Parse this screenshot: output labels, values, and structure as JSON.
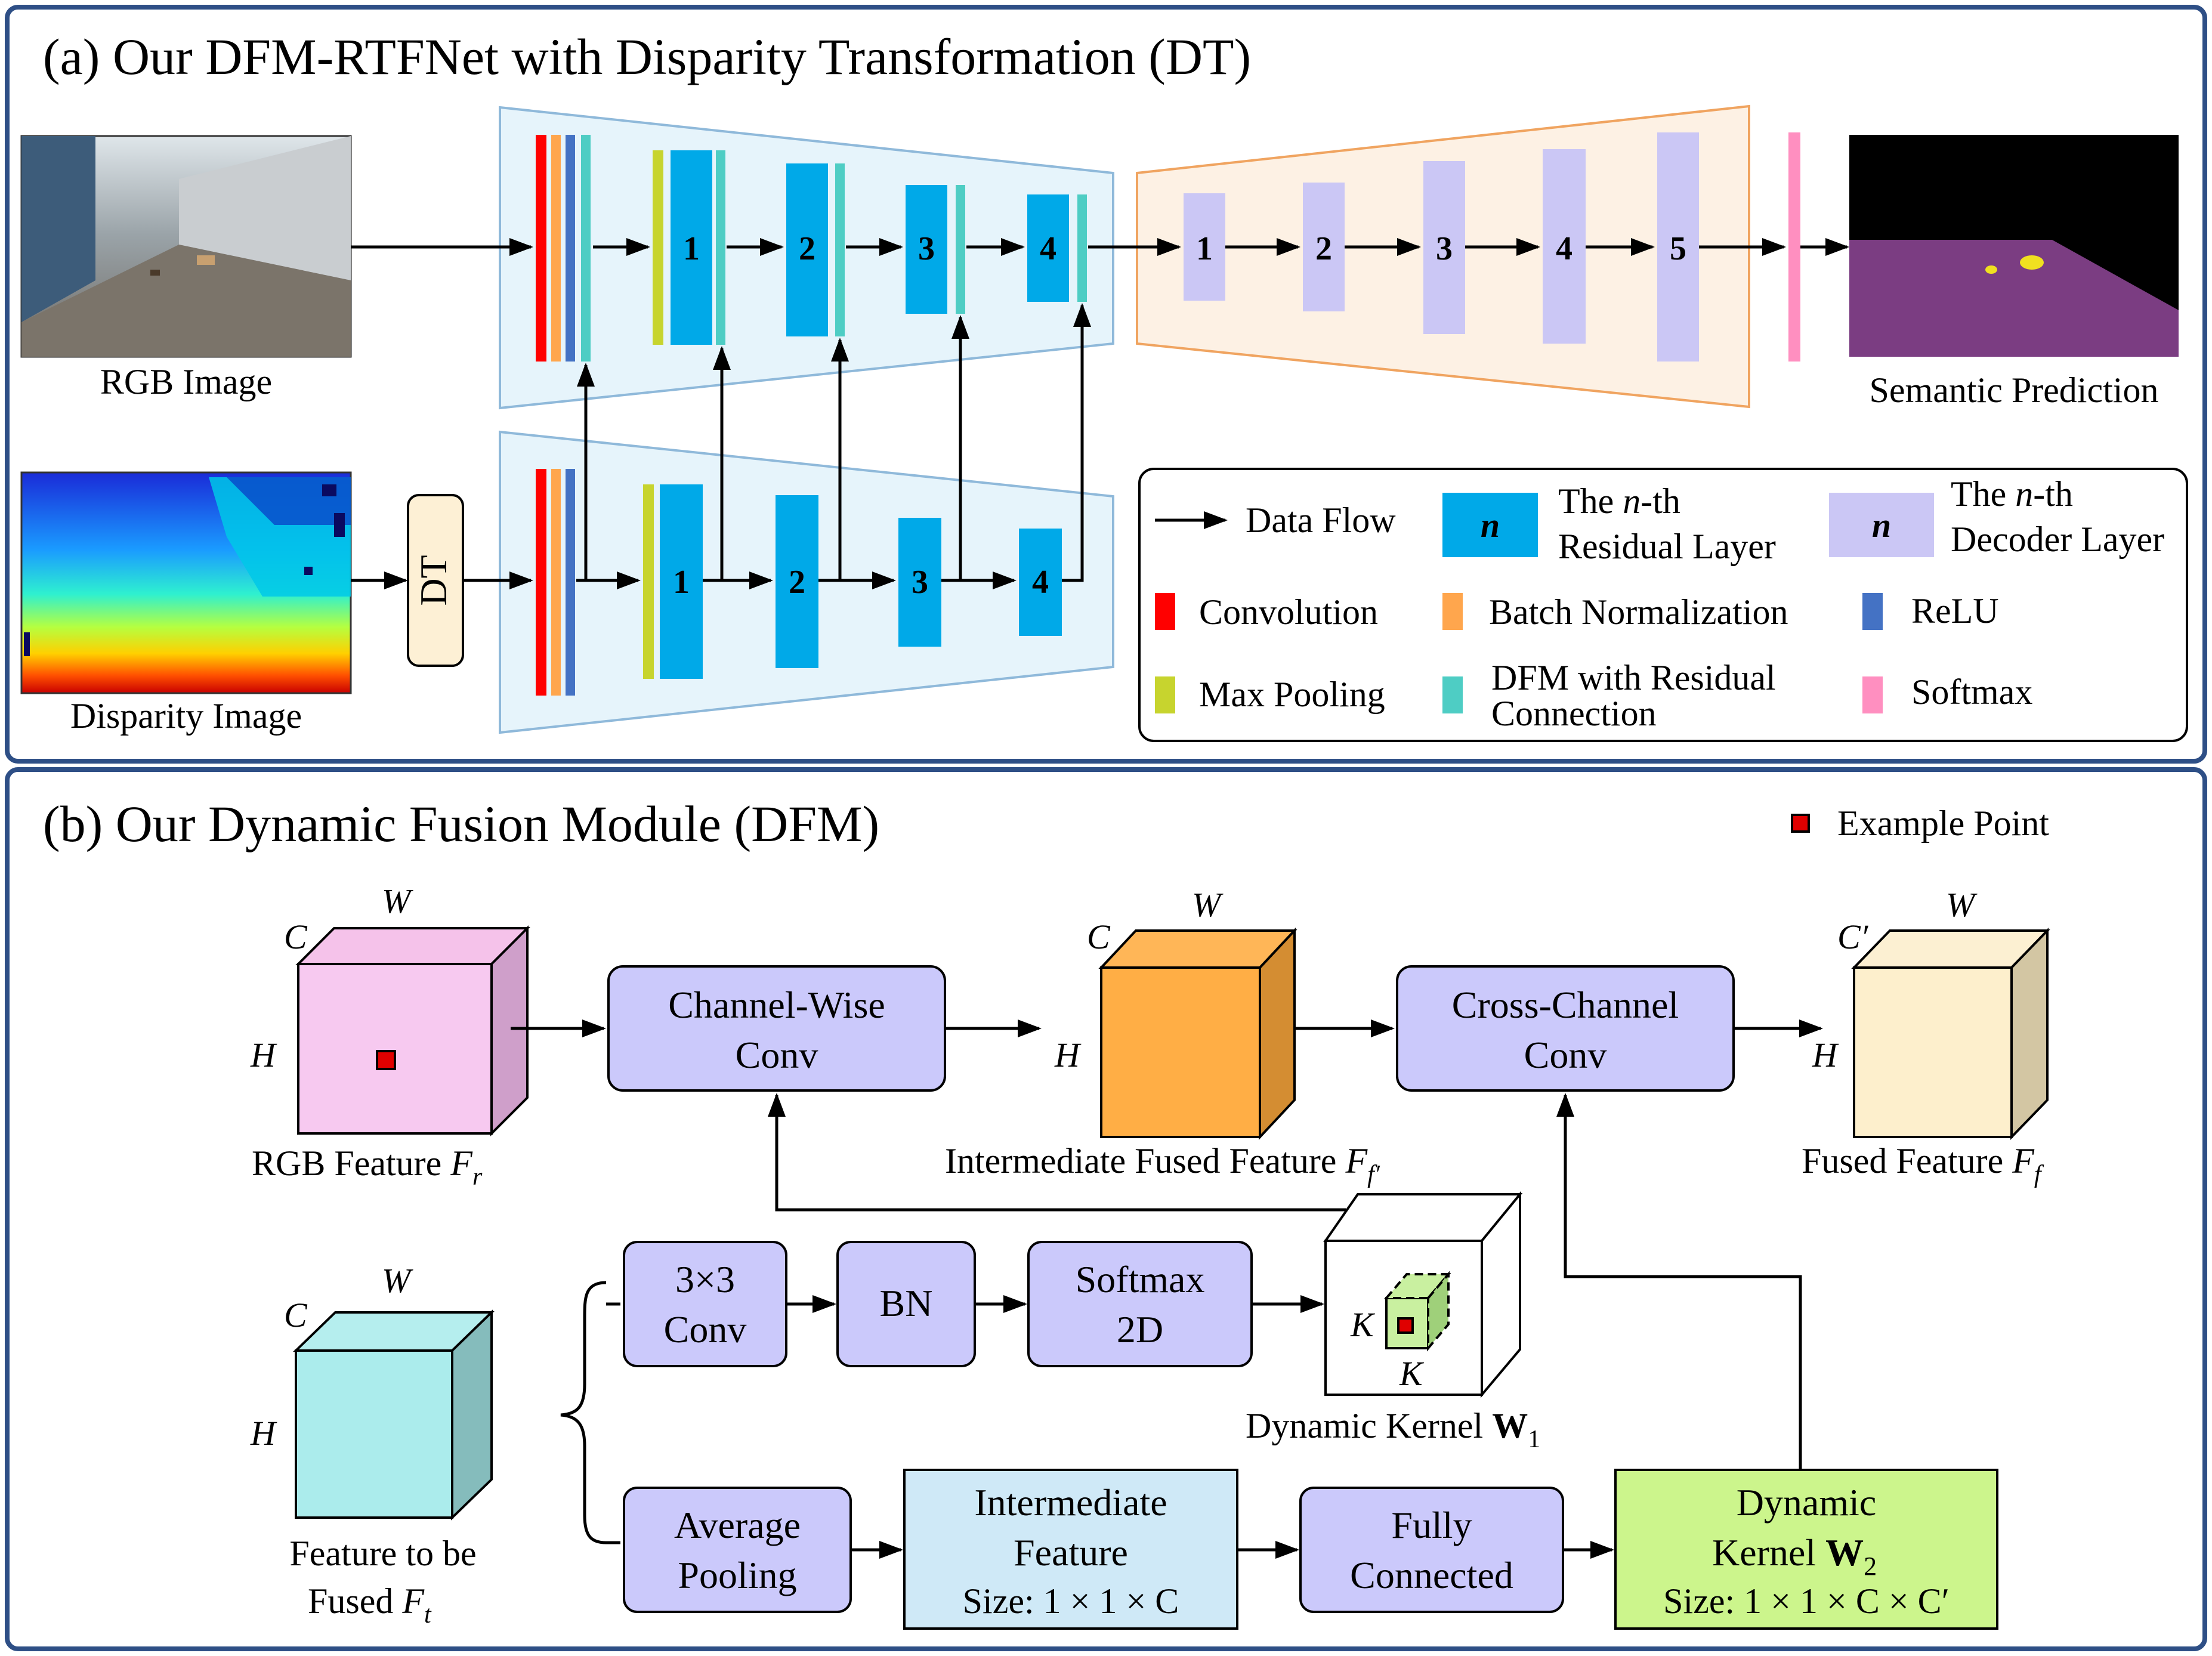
{
  "panel_a": {
    "title": "(a) Our DFM-RTFNet with Disparity Transformation (DT)",
    "rgb_image_label": "RGB Image",
    "disparity_image_label": "Disparity Image",
    "dt_label": "DT",
    "encoder_rgb_numbers": [
      "1",
      "2",
      "3",
      "4"
    ],
    "encoder_disp_numbers": [
      "1",
      "2",
      "3",
      "4"
    ],
    "decoder_numbers": [
      "1",
      "2",
      "3",
      "4",
      "5"
    ],
    "semantic_prediction_label": "Semantic Prediction",
    "legend": {
      "data_flow": "Data Flow",
      "residual_n": "n",
      "residual_line1_pre": "The ",
      "residual_line1_n": "n",
      "residual_line1_post": "-th",
      "residual_line2": "Residual Layer",
      "decoder_n": "n",
      "decoder_line1_pre": "The ",
      "decoder_line1_n": "n",
      "decoder_line1_post": "-th",
      "decoder_line2": "Decoder Layer",
      "convolution": "Convolution",
      "batch_norm": "Batch Normalization",
      "relu": "ReLU",
      "max_pooling": "Max Pooling",
      "dfm_line1": "DFM with Residual",
      "dfm_line2": "Connection",
      "softmax": "Softmax"
    }
  },
  "panel_b": {
    "title": "(b) Our Dynamic Fusion Module (DFM)",
    "example_point": "Example Point",
    "rgb_feature": {
      "text": "RGB Feature ",
      "sym": "F",
      "sub": "r",
      "c": "C",
      "w": "W",
      "h": "H"
    },
    "channel_wise_conv": [
      "Channel-Wise",
      "Conv"
    ],
    "intermediate_fused": {
      "text": "Intermediate  Fused Feature ",
      "sym": "F",
      "sub": "f′",
      "c": "C",
      "w": "W",
      "h": "H"
    },
    "cross_channel_conv": [
      "Cross-Channel",
      "Conv"
    ],
    "fused_feature": {
      "text": "Fused Feature ",
      "sym": "F",
      "sub": "f",
      "c": "C′",
      "w": "W",
      "h": "H"
    },
    "feature_tbf": {
      "line1": "Feature to be",
      "line2": "Fused ",
      "sym": "F",
      "sub": "t",
      "c": "C",
      "w": "W",
      "h": "H"
    },
    "conv3": [
      "3×3",
      "Conv"
    ],
    "bn": "BN",
    "softmax2d": [
      "Softmax",
      "2D"
    ],
    "dyn_kernel1": {
      "text": "Dynamic  Kernel ",
      "bold": "W",
      "sub": "1",
      "k1": "K",
      "k2": "K"
    },
    "avg_pool": [
      "Average",
      "Pooling"
    ],
    "int_feature": {
      "line1": "Intermediate",
      "line2": "Feature",
      "size": "Size:  1 × 1 × C"
    },
    "fully_connected": [
      "Fully",
      "Connected"
    ],
    "dyn_kernel2": {
      "line1": "Dynamic",
      "line2_text": "Kernel ",
      "bold": "W",
      "sub": "2",
      "size": "Size:  1 × 1 × C × C′"
    }
  },
  "colors": {
    "panel_border": "#2e4f86",
    "encoder_fill": "#e6f4fb",
    "encoder_stroke": "#8fb9da",
    "decoder_fill": "#fdf1e4",
    "decoder_stroke": "#f0a460",
    "residual": "#00a9e8",
    "decoder_layer": "#cbc7f5",
    "convolution": "#ff0000",
    "batch_norm": "#ffa64d",
    "relu": "#4472c4",
    "max_pooling": "#c7d42e",
    "dfm": "#4ecdc4",
    "softmax": "#ff8fc0",
    "module_box": "#cbc9fb",
    "int_feature_box": "#cfe9f7",
    "dyn_kernel2_box": "#ccf58c"
  }
}
